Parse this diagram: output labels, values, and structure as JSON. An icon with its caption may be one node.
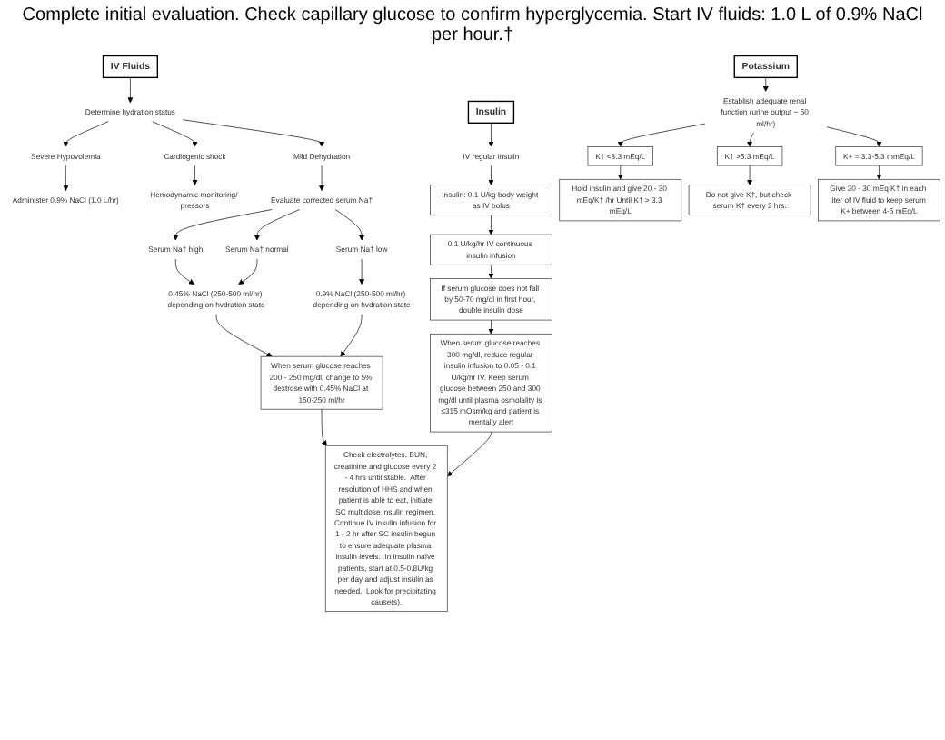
{
  "diagram": {
    "title": "Complete initial evaluation. Check capillary glucose to confirm hyperglycemia.  Start IV fluids: 1.0 L of 0.9% NaCl per hour.†",
    "nodes": [
      {
        "text": [
          "IV Fluids"
        ]
      },
      {
        "text": [
          "Determine hydration status"
        ]
      },
      {
        "text": [
          "Severe Hypovolemia"
        ]
      },
      {
        "text": [
          "Cardiogenic shock"
        ]
      },
      {
        "text": [
          "Mild Dehydration"
        ]
      },
      {
        "text": [
          "Administer 0.9% NaCl (1.0 L/hr)"
        ]
      },
      {
        "text": [
          "Hemodynamic monitoring/ pressors"
        ]
      },
      {
        "text": [
          "Evaluate corrected serum Na†"
        ]
      },
      {
        "text": [
          "Serum Na† high"
        ]
      },
      {
        "text": [
          "Serum Na† normal"
        ]
      },
      {
        "text": [
          "Serum Na† low"
        ]
      },
      {
        "text": [
          "0.45% NaCl (250-500 ml/hr) depending on hvdration state"
        ]
      },
      {
        "text": [
          "0.9% NaCl (250-500 ml/hr) depending on hvdration state"
        ]
      },
      {
        "text": [
          "When serum glucose reaches 200 - 250 mg/dl, change to 5% dextrose with 0.45% NaCl at 150-250 ml/hr"
        ]
      },
      {
        "text": [
          "Insulin"
        ]
      },
      {
        "text": [
          "IV regular insulin"
        ]
      },
      {
        "text": [
          "Insulin: 0.1 U/kg body weight as IV bolus"
        ]
      },
      {
        "text": [
          "0.1 U/kg/hr IV continuous insulin infusion"
        ]
      },
      {
        "text": [
          "If serum glucose does not fall by 50-70 mg/dl in first hour, double insulin dose"
        ]
      },
      {
        "text": [
          "When serum glucose reaches 300 mg/dl, reduce regular insulin infusion to 0.05 - 0.1 U/kg/hr IV. Keep serum glucose between 250 and 300 mg/dl until plasma osmolality is ≤315 mOsm/kg and patient is mentally alert"
        ]
      },
      {
        "text": [
          "Potassium"
        ]
      },
      {
        "text": [
          "Establish adequate renal function (urine output ~ 50 ml/hr)"
        ]
      },
      {
        "text": [
          "K† <3.3 mEq/L"
        ]
      },
      {
        "text": [
          "Hold insulin and give 20 - 30 mEq/K† /hr Until K† > 3.3 mEq/L"
        ]
      },
      {
        "text": [
          "K† >5.3 mEq/L"
        ]
      },
      {
        "text": [
          "Do not give K†, but check serum K† every 2 hrs."
        ]
      },
      {
        "text": [
          "K+ = 3.3-5.3 mmEq/L"
        ]
      },
      {
        "text": [
          "Give 20 - 30 mEq K† in each liter of IV fluid to keep serum K+ between 4-5 mEq/L"
        ]
      },
      {
        "text": [
          "Check electrolytes, BUN, creatinine and glucose every 2 - 4 hrs until stable.  After resolution of HHS and when patient is able to eat, initiate SC multidose insulin regimen. Continue IV insulin infusion for 1 - 2 hr after SC insulin begun to ensure adequate plasma insulin levels.  In insulin naïve patients, start at 0.5-0.8U/kg per day and adjust insulin as needed.  Look for precipitating cause(s)."
        ]
      }
    ],
    "edges": [
      {
        "from": 0,
        "to": 1,
        "arrow": "to"
      },
      {
        "from": 1,
        "to": 2,
        "arrow": "to"
      },
      {
        "from": 1,
        "to": 3,
        "arrow": "to"
      },
      {
        "from": 1,
        "to": 4,
        "arrow": "to"
      },
      {
        "from": 2,
        "to": 5,
        "arrow": "to"
      },
      {
        "from": 3,
        "to": 6,
        "arrow": "to"
      },
      {
        "from": 4,
        "to": 7,
        "arrow": "to"
      },
      {
        "from": 7,
        "to": 8,
        "arrow": "to"
      },
      {
        "from": 7,
        "to": 9,
        "arrow": "to"
      },
      {
        "from": 7,
        "to": 10,
        "arrow": "to"
      },
      {
        "from": 8,
        "to": 11,
        "arrow": "to"
      },
      {
        "from": 9,
        "to": 11,
        "arrow": "to"
      },
      {
        "from": 10,
        "to": 12,
        "arrow": "to"
      },
      {
        "from": 11,
        "to": 13,
        "arrow": "to"
      },
      {
        "from": 12,
        "to": 13,
        "arrow": "to"
      },
      {
        "from": 13,
        "to": 28,
        "arrow": "to"
      },
      {
        "from": 14,
        "to": 15,
        "arrow": "to"
      },
      {
        "from": 15,
        "to": 16,
        "arrow": "to"
      },
      {
        "from": 16,
        "to": 17,
        "arrow": "to"
      },
      {
        "from": 17,
        "to": 18,
        "arrow": "to"
      },
      {
        "from": 18,
        "to": 19,
        "arrow": "to"
      },
      {
        "from": 19,
        "to": 28,
        "arrow": "to"
      },
      {
        "from": 20,
        "to": 21,
        "arrow": "to"
      },
      {
        "from": 21,
        "to": 22,
        "arrow": "to"
      },
      {
        "from": 21,
        "to": 26,
        "arrow": "to"
      },
      {
        "from": 21,
        "to": 24,
        "arrow": "to"
      },
      {
        "from": 22,
        "to": 23,
        "arrow": "to"
      },
      {
        "from": 24,
        "to": 25,
        "arrow": "to"
      },
      {
        "from": 26,
        "to": 27,
        "arrow": "to"
      }
    ]
  }
}
